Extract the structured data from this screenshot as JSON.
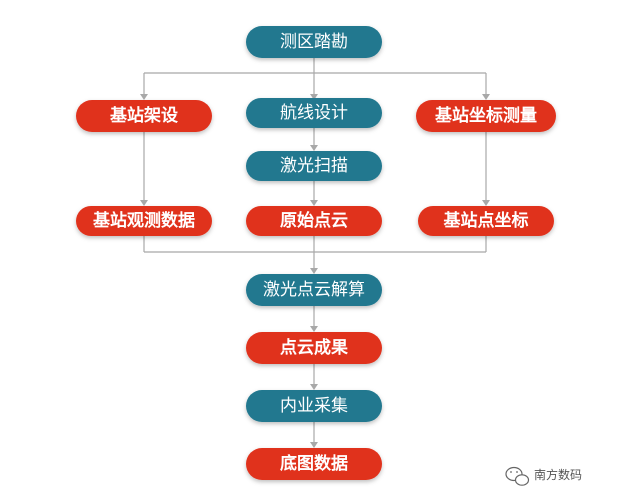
{
  "colors": {
    "teal": "#20788f",
    "red": "#e0321e",
    "edge": "#a8a8a8"
  },
  "nodes": {
    "survey": {
      "label": "测区踏勘",
      "color": "teal"
    },
    "station_setup": {
      "label": "基站架设",
      "color": "red"
    },
    "route_design": {
      "label": "航线设计",
      "color": "teal"
    },
    "station_coord_measure": {
      "label": "基站坐标测量",
      "color": "red"
    },
    "laser_scan": {
      "label": "激光扫描",
      "color": "teal"
    },
    "station_obs_data": {
      "label": "基站观测数据",
      "color": "red"
    },
    "raw_point_cloud": {
      "label": "原始点云",
      "color": "red"
    },
    "station_coord": {
      "label": "基站点坐标",
      "color": "red"
    },
    "cloud_solve": {
      "label": "激光点云解算",
      "color": "teal"
    },
    "cloud_result": {
      "label": "点云成果",
      "color": "red"
    },
    "office_collect": {
      "label": "内业采集",
      "color": "teal"
    },
    "base_map": {
      "label": "底图数据",
      "color": "red"
    }
  },
  "watermark": {
    "text": "南方数码",
    "icon": "wechat-icon"
  }
}
